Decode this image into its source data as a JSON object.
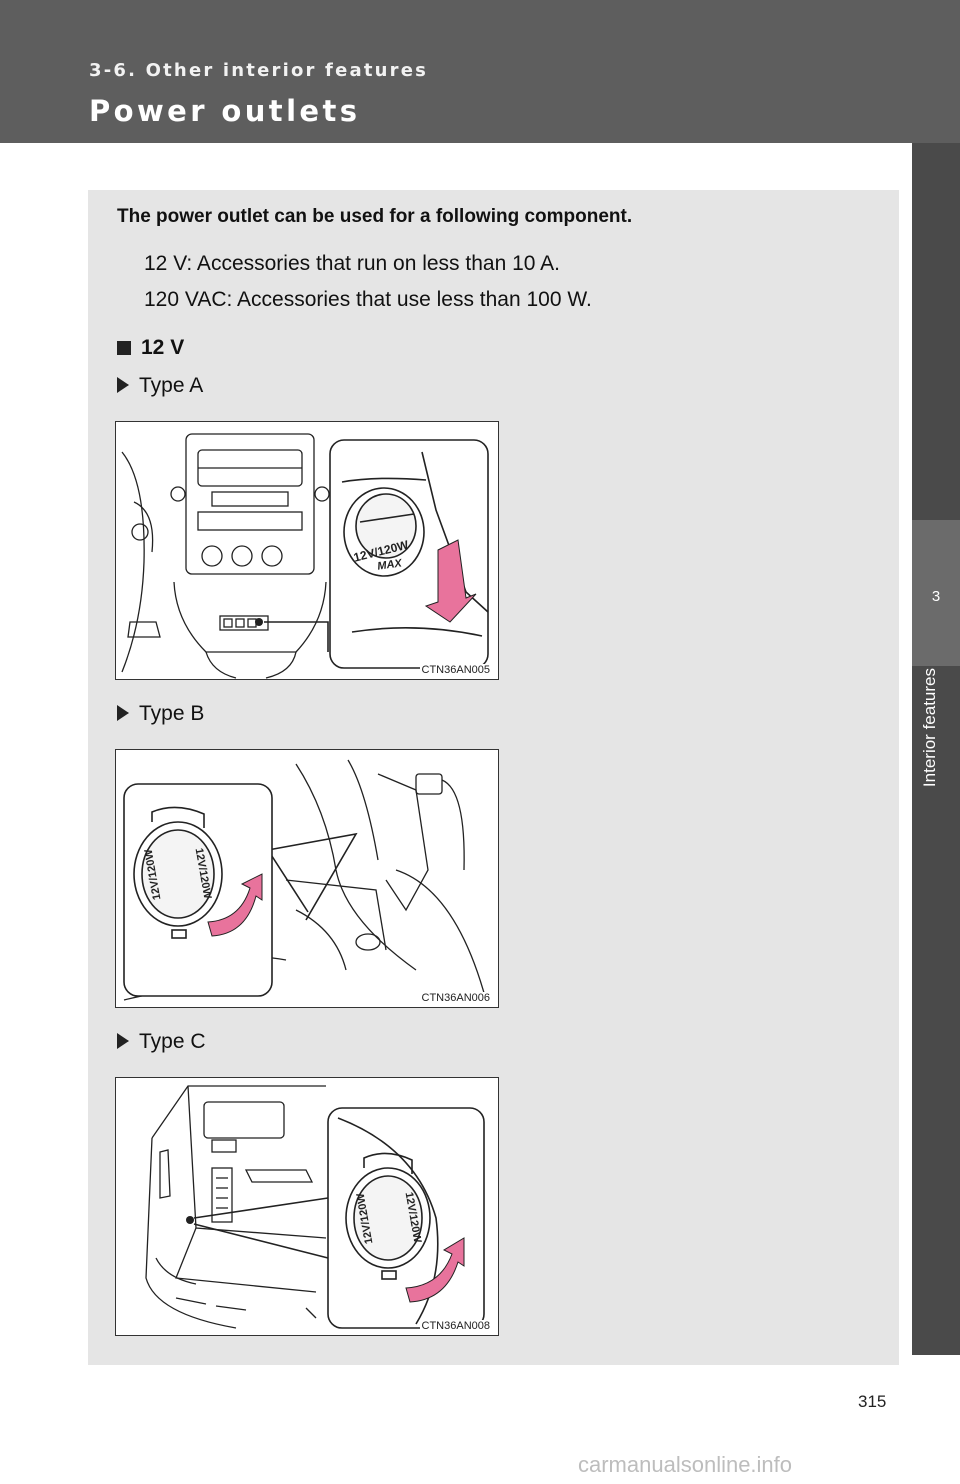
{
  "header": {
    "section": "3-6. Other interior features",
    "title": "Power outlets"
  },
  "side_tab": {
    "chapter_number": "3",
    "chapter_label": "Interior features"
  },
  "content": {
    "intro": "The power outlet can be used for a following component.",
    "spec_12v": "12 V: Accessories that run on less than 10 A.",
    "spec_120vac": "120 VAC: Accessories that use less than 100 W.",
    "subheading": "12 V",
    "types": [
      {
        "label": "Type A",
        "figure_code": "CTN36AN005",
        "cap_text_1": "12V/120W",
        "cap_text_2": "MAX"
      },
      {
        "label": "Type B",
        "figure_code": "CTN36AN006",
        "cap_text_1": "12V/120W",
        "cap_text_2": "12V/120W"
      },
      {
        "label": "Type C",
        "figure_code": "CTN36AN008",
        "cap_text_1": "12V/120W",
        "cap_text_2": "12V/120W"
      }
    ]
  },
  "page_number": "315",
  "watermark": "carmanualsonline.info",
  "colors": {
    "header_bg": "#5e5e5e",
    "panel_bg": "#e5e5e5",
    "arrow_pink": "#e8739c"
  }
}
